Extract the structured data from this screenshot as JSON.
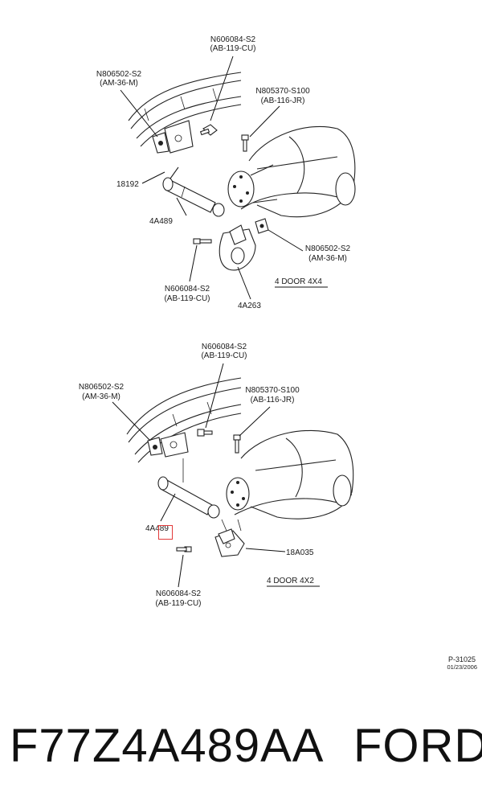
{
  "top_view": {
    "callouts": {
      "bolt_upper": [
        "N606084-S2",
        "(AB-119-CU)"
      ],
      "bracket_left": [
        "N806502-S2",
        "(AM-36-M)"
      ],
      "axle_bolt": [
        "N805370-S100",
        "(AB-116-JR)"
      ],
      "frame_bracket": "18192",
      "shock": "4A489",
      "bracket_right": [
        "N806502-S2",
        "(AM-36-M)"
      ],
      "bolt_lower": [
        "N606084-S2",
        "(AB-119-CU)"
      ],
      "lower_mount": "4A263"
    },
    "view_label": "4 DOOR 4X4"
  },
  "bottom_view": {
    "callouts": {
      "bolt_upper": [
        "N606084-S2",
        "(AB-119-CU)"
      ],
      "bracket_left": [
        "N806502-S2",
        "(AM-36-M)"
      ],
      "axle_bolt": [
        "N805370-S100",
        "(AB-116-JR)"
      ],
      "shock": "4A489",
      "lower_bracket": "18A035",
      "bolt_lower": [
        "N606084-S2",
        "(AB-119-CU)"
      ]
    },
    "view_label": "4 DOOR 4X2"
  },
  "reference": {
    "code": "P-31025",
    "date": "01/23/2006"
  },
  "caption": {
    "part_number": "F77Z4A489AA",
    "brand": "FORD"
  },
  "colors": {
    "line": "#222222",
    "highlight": "#e23a3a"
  }
}
